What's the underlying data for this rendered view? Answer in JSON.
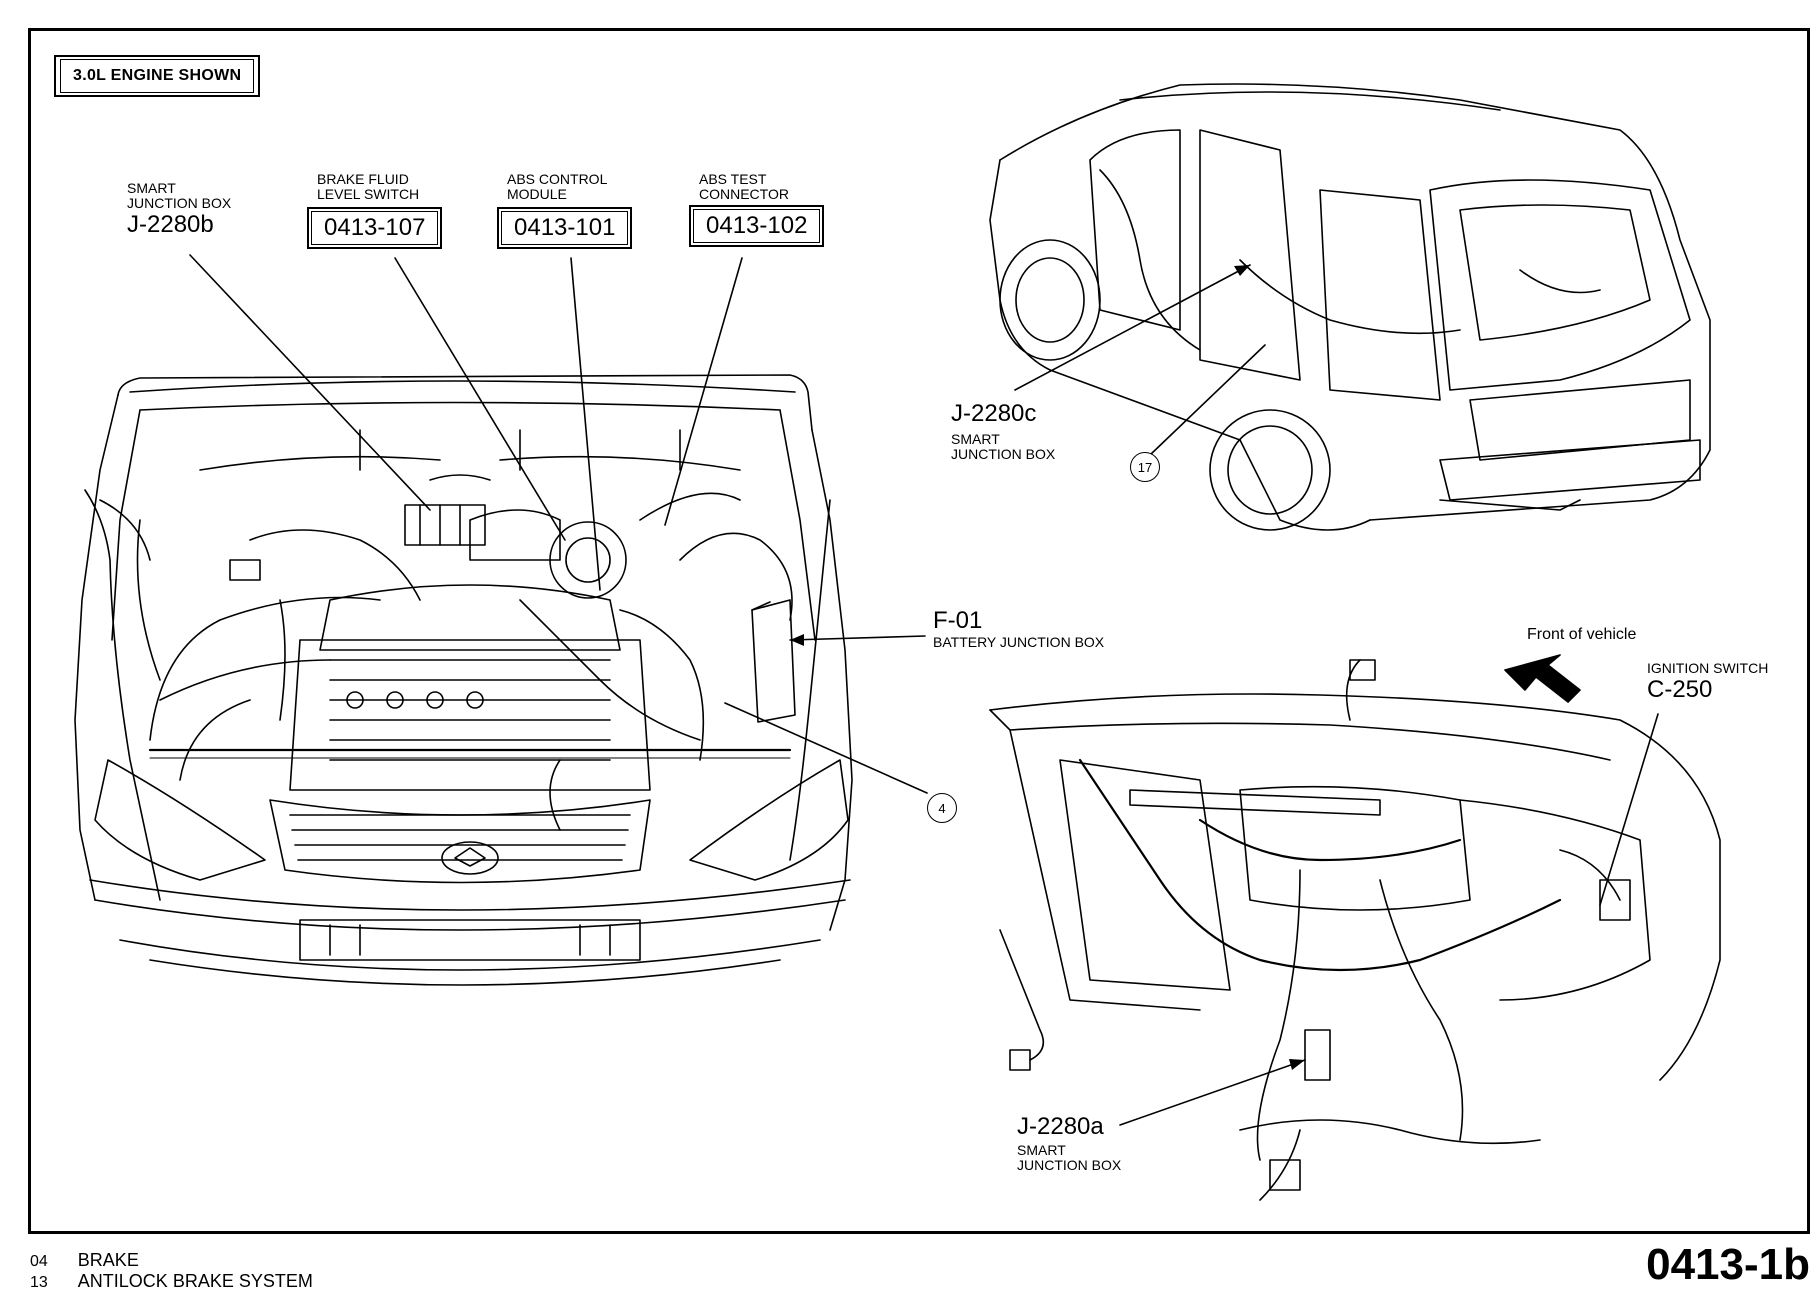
{
  "engine_note": "3.0L ENGINE SHOWN",
  "labels": {
    "smart_jb_b": {
      "line1": "SMART",
      "line2": "JUNCTION BOX",
      "code": "J-2280b"
    },
    "brake_fluid": {
      "line1": "BRAKE FLUID",
      "line2": "LEVEL SWITCH",
      "code": "0413-107"
    },
    "abs_module": {
      "line1": "ABS CONTROL",
      "line2": "MODULE",
      "code": "0413-101"
    },
    "abs_test": {
      "line1": "ABS TEST",
      "line2": "CONNECTOR",
      "code": "0413-102"
    },
    "battery_jb": {
      "code": "F-01",
      "text": "BATTERY JUNCTION BOX"
    },
    "smart_jb_c": {
      "code": "J-2280c",
      "line1": "SMART",
      "line2": "JUNCTION BOX"
    },
    "smart_jb_a": {
      "code": "J-2280a",
      "line1": "SMART",
      "line2": "JUNCTION BOX"
    },
    "ignition": {
      "line1": "IGNITION SWITCH",
      "code": "C-250"
    },
    "front_of_vehicle": "Front of vehicle"
  },
  "callouts": {
    "c4": "4",
    "c17": "17"
  },
  "footer": {
    "row1": {
      "num": "04",
      "text": "BRAKE"
    },
    "row2": {
      "num": "13",
      "text": "ANTILOCK BRAKE SYSTEM"
    },
    "page_code": "0413-1b"
  }
}
